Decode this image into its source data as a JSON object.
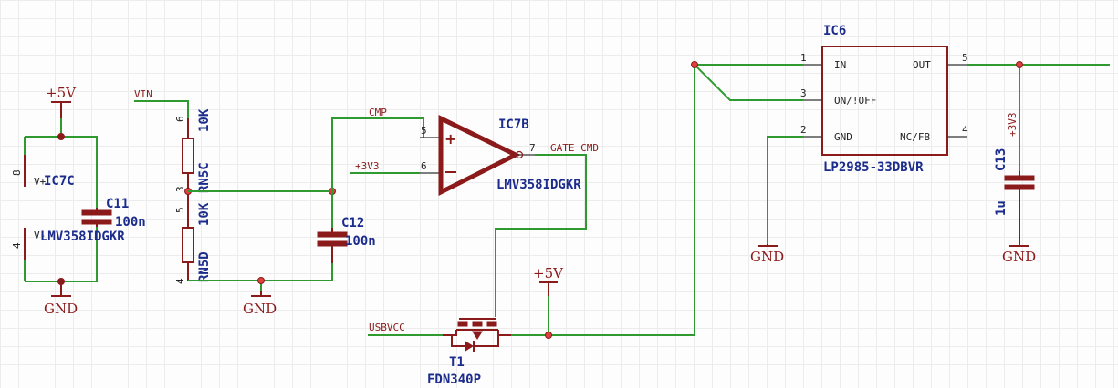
{
  "power_ports": {
    "p5v_left": "+5V",
    "gnd_left": "GND",
    "gnd_rn": "GND",
    "p5v_mid": "+5V",
    "gnd_ldo": "GND",
    "gnd_c13": "GND"
  },
  "nets": {
    "vin": "VIN",
    "cmp": "CMP",
    "p3v3_a": "+3V3",
    "gate_cmd": "GATE CMD",
    "usbvcc": "USBVCC",
    "p3v3_b": "+3V3"
  },
  "components": {
    "ic7c": {
      "designator": "IC7C",
      "value": "LMV358IDGKR",
      "pin_v_plus": "8",
      "pin_v_minus": "4",
      "sym_plus": "V+",
      "sym_minus": "V-"
    },
    "c11": {
      "designator": "C11",
      "value": "100n"
    },
    "rn5c": {
      "designator": "RN5C",
      "value": "10K",
      "pin_top": "6",
      "pin_bottom": "3"
    },
    "rn5d": {
      "designator": "RN5D",
      "value": "10K",
      "pin_top": "5",
      "pin_bottom": "4"
    },
    "c12": {
      "designator": "C12",
      "value": "100n"
    },
    "ic7b": {
      "designator": "IC7B",
      "value": "LMV358IDGKR",
      "pin_plus": "5",
      "pin_minus": "6",
      "pin_out": "7"
    },
    "t1": {
      "designator": "T1",
      "value": "FDN340P"
    },
    "ic6": {
      "designator": "IC6",
      "value": "LP2985-33DBVR",
      "pins": [
        {
          "num": "1",
          "name": "IN"
        },
        {
          "num": "3",
          "name": "ON/!OFF"
        },
        {
          "num": "2",
          "name": "GND"
        },
        {
          "num": "5",
          "name": "OUT"
        },
        {
          "num": "4",
          "name": "NC/FB"
        }
      ]
    },
    "c13": {
      "designator": "C13",
      "value": "1u"
    }
  }
}
